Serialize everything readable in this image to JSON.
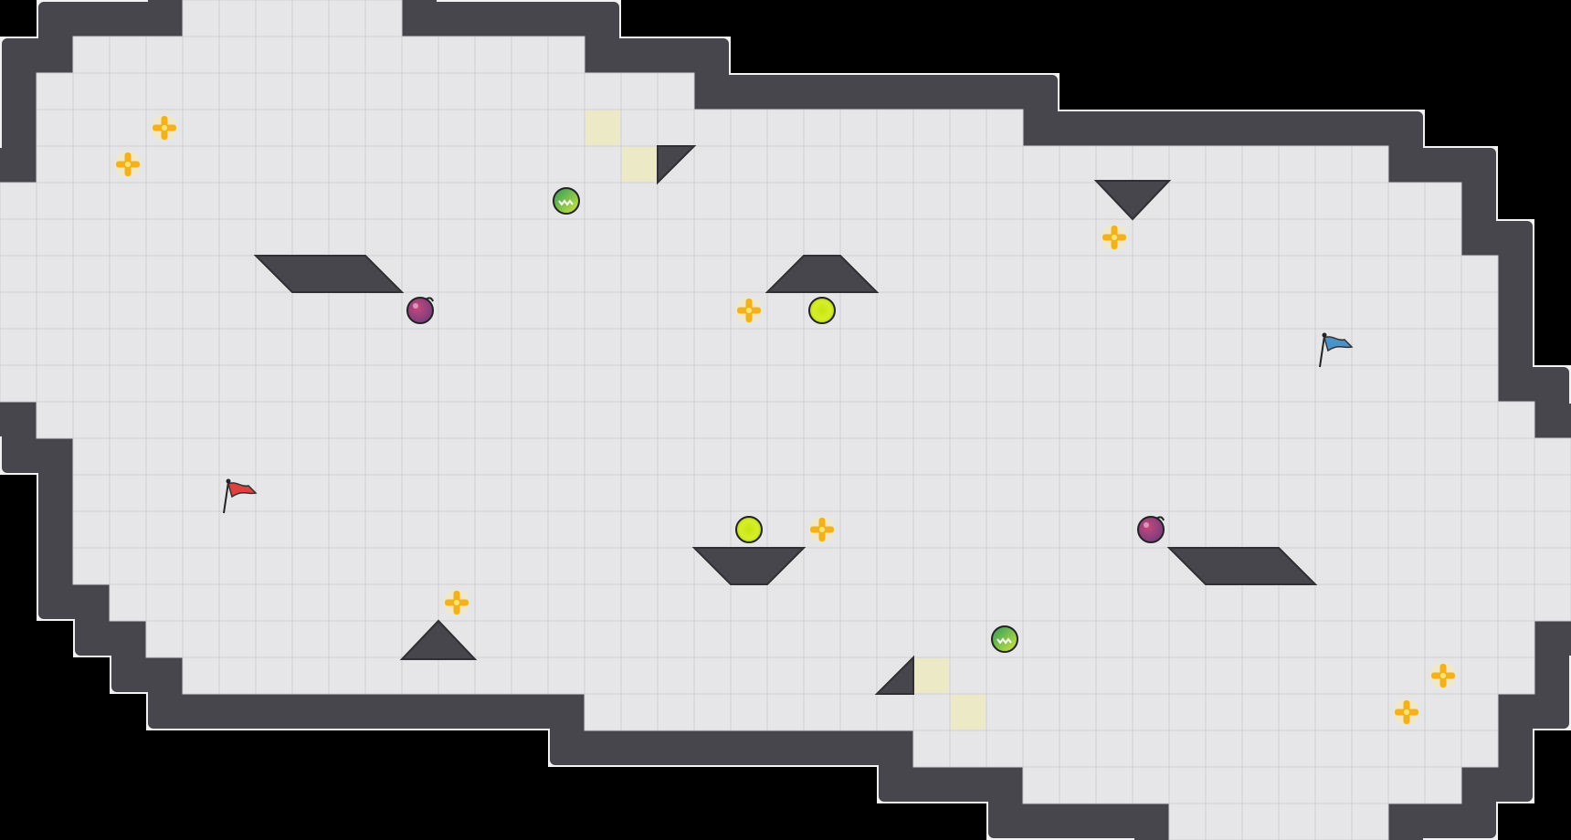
{
  "map": {
    "cols": 43,
    "rows": 23,
    "colors": {
      "background": "#000000",
      "floor": "#e6e6e9",
      "grid_line": "#d0d0d4",
      "wall": "#46464c",
      "wall_edge": "#2f2f34",
      "rim": "#f2f2f4",
      "speed_tile": "#ece9c6"
    },
    "floor_rows": [
      {
        "row": 0,
        "start": 5,
        "end": 11
      },
      {
        "row": 1,
        "start": 2,
        "end": 16
      },
      {
        "row": 2,
        "start": 1,
        "end": 19
      },
      {
        "row": 3,
        "start": 1,
        "end": 28
      },
      {
        "row": 4,
        "start": 1,
        "end": 38
      },
      {
        "row": 5,
        "start": 0,
        "end": 40
      },
      {
        "row": 6,
        "start": 0,
        "end": 40
      },
      {
        "row": 7,
        "start": 0,
        "end": 41
      },
      {
        "row": 8,
        "start": 0,
        "end": 41
      },
      {
        "row": 9,
        "start": 0,
        "end": 41
      },
      {
        "row": 10,
        "start": 0,
        "end": 41
      },
      {
        "row": 11,
        "start": 1,
        "end": 42
      },
      {
        "row": 12,
        "start": 2,
        "end": 43
      },
      {
        "row": 13,
        "start": 2,
        "end": 43
      },
      {
        "row": 14,
        "start": 2,
        "end": 43
      },
      {
        "row": 15,
        "start": 2,
        "end": 43
      },
      {
        "row": 16,
        "start": 3,
        "end": 43
      },
      {
        "row": 17,
        "start": 4,
        "end": 42
      },
      {
        "row": 18,
        "start": 5,
        "end": 42
      },
      {
        "row": 19,
        "start": 16,
        "end": 41
      },
      {
        "row": 20,
        "start": 25,
        "end": 41
      },
      {
        "row": 21,
        "start": 28,
        "end": 40
      },
      {
        "row": 22,
        "start": 32,
        "end": 38
      }
    ],
    "speed_tiles": [
      {
        "col": 16,
        "row": 3
      },
      {
        "col": 17,
        "row": 4
      },
      {
        "col": 25,
        "row": 18
      },
      {
        "col": 26,
        "row": 19
      }
    ],
    "powerups": [
      {
        "col": 4,
        "row": 3
      },
      {
        "col": 3,
        "row": 4
      },
      {
        "col": 30,
        "row": 6
      },
      {
        "col": 20,
        "row": 8
      },
      {
        "col": 22,
        "row": 14
      },
      {
        "col": 12,
        "row": 16
      },
      {
        "col": 39,
        "row": 18
      },
      {
        "col": 38,
        "row": 19
      }
    ],
    "boosts": [
      {
        "col": 22,
        "row": 8
      },
      {
        "col": 20,
        "row": 14
      }
    ],
    "bombs": [
      {
        "col": 11,
        "row": 8
      },
      {
        "col": 31,
        "row": 14
      }
    ],
    "gates": [
      {
        "col": 15,
        "row": 5
      },
      {
        "col": 27,
        "row": 17
      }
    ],
    "flags": [
      {
        "col": 6,
        "row": 13,
        "team": "red",
        "color": "#e0413f"
      },
      {
        "col": 36,
        "row": 9,
        "team": "blue",
        "color": "#4a93c8"
      }
    ]
  }
}
